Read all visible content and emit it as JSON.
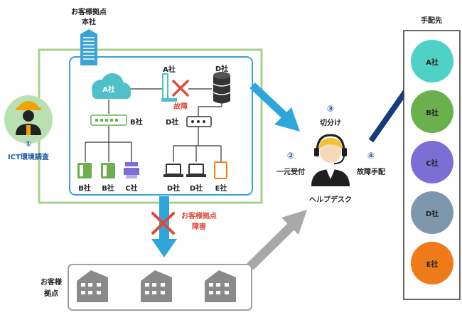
{
  "hq": {
    "line1": "お客様拠点",
    "line2": "本社"
  },
  "ict_survey": {
    "number": "①",
    "label": "ICT環境調査"
  },
  "network": {
    "cloud_label": "A社",
    "router_label": "A社",
    "fault_label": "故障",
    "storage_label": "D社",
    "hub_b_label": "B社",
    "hub_d_label": "D社",
    "devices": [
      "B社",
      "B社",
      "C社",
      "D社",
      "D社",
      "E社"
    ]
  },
  "site_failure": {
    "line1": "お客様拠点",
    "line2": "障害"
  },
  "customer_sites": {
    "line1": "お客様",
    "line2": "拠点"
  },
  "helpdesk": {
    "label": "ヘルプデスク",
    "step1": {
      "number": "②",
      "label": "一元受付"
    },
    "step2": {
      "number": "③",
      "label": "切分け"
    },
    "step3": {
      "number": "④",
      "label": "故障手配"
    }
  },
  "vendors": {
    "title": "手配先",
    "items": [
      {
        "label": "A社",
        "color": "#4fd1c5"
      },
      {
        "label": "B社",
        "color": "#6ab04c"
      },
      {
        "label": "C社",
        "color": "#7b6fd6"
      },
      {
        "label": "D社",
        "color": "#7f97ad"
      },
      {
        "label": "E社",
        "color": "#ef7a1a"
      }
    ]
  },
  "colors": {
    "green_frame": "#a8d08d",
    "blue_frame": "#3aa3d4",
    "arrow_blue": "#2ea6dc",
    "arrow_navy": "#163a7a",
    "arrow_gray": "#a8a8a8",
    "fault_red": "#e04a3a"
  }
}
